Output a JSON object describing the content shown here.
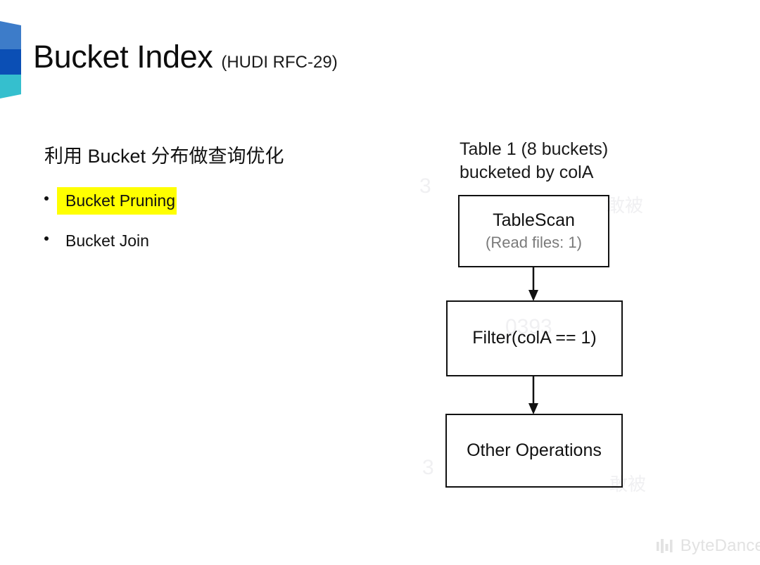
{
  "slide": {
    "background_color": "#ffffff",
    "title": "Bucket Index",
    "title_suffix": "(HUDI RFC-29)"
  },
  "brand_mark": {
    "name": "bytedance-band-mark",
    "band_top_color": "#3d7cc9",
    "band_middle_color": "#0b4fb5",
    "band_bottom_color": "#35bfce"
  },
  "content": {
    "lead_heading": "利用 Bucket 分布做查询优化",
    "highlight_color": "#ffff00",
    "bullets": [
      {
        "label": "Bucket Pruning",
        "highlighted": true
      },
      {
        "label": "Bucket Join",
        "highlighted": false
      }
    ]
  },
  "diagram": {
    "caption_line_1": "Table 1 (8 buckets)",
    "caption_line_2": "bucketed by colA",
    "boxes": [
      {
        "title": "TableScan",
        "subtitle": "(Read files: 1)"
      },
      {
        "title": "Filter(colA == 1)",
        "subtitle": ""
      },
      {
        "title": "Other Operations",
        "subtitle": ""
      }
    ],
    "connector_count": 2,
    "stroke_color": "#111111",
    "subtitle_color": "#7a7a7a"
  },
  "watermarks": [
    {
      "text": "3"
    },
    {
      "text": "敢被"
    },
    {
      "text": "0393"
    },
    {
      "text": "3"
    },
    {
      "text": "敢被"
    }
  ],
  "footer": {
    "wordmark": "ByteDance",
    "logo_color": "#e2e2e2"
  }
}
